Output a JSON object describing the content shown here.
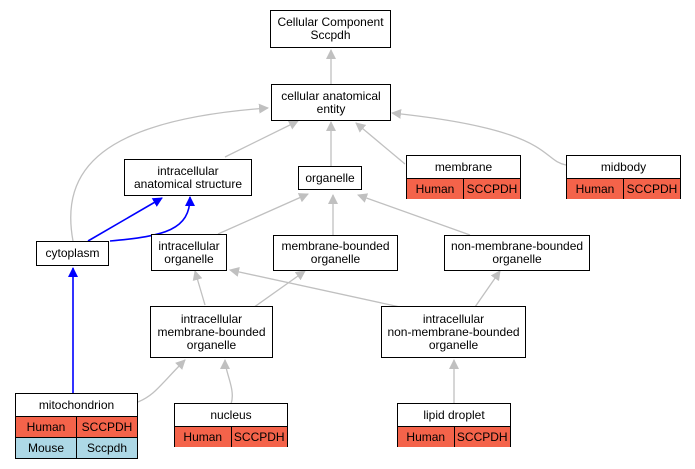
{
  "colors": {
    "human": "#f4634a",
    "mouse": "#add8e6",
    "is_a_edge": "#c0c0c0",
    "part_of_edge": "#0000ff"
  },
  "nodes": {
    "root": {
      "line1": "Cellular Component",
      "line2": "Sccpdh"
    },
    "cae": {
      "label": "cellular anatomical\nentity"
    },
    "ias": {
      "label": "intracellular\nanatomical structure"
    },
    "organelle": {
      "label": "organelle"
    },
    "membrane": {
      "label": "membrane",
      "species": [
        {
          "name": "Human",
          "gene": "SCCPDH"
        }
      ]
    },
    "midbody": {
      "label": "midbody",
      "species": [
        {
          "name": "Human",
          "gene": "SCCPDH"
        }
      ]
    },
    "cytoplasm": {
      "label": "cytoplasm"
    },
    "io": {
      "label": "intracellular\norganelle"
    },
    "mbo": {
      "label": "membrane-bounded\norganelle"
    },
    "nmbo": {
      "label": "non-membrane-bounded\norganelle"
    },
    "imbo": {
      "label": "intracellular\nmembrane-bounded\norganelle"
    },
    "inmbo": {
      "label": "intracellular\nnon-membrane-bounded\norganelle"
    },
    "mito": {
      "label": "mitochondrion",
      "species": [
        {
          "name": "Human",
          "gene": "SCCPDH"
        },
        {
          "name": "Mouse",
          "gene": "Sccpdh"
        }
      ]
    },
    "nucleus": {
      "label": "nucleus",
      "species": [
        {
          "name": "Human",
          "gene": "SCCPDH"
        }
      ]
    },
    "lipid": {
      "label": "lipid droplet",
      "species": [
        {
          "name": "Human",
          "gene": "SCCPDH"
        }
      ]
    }
  }
}
